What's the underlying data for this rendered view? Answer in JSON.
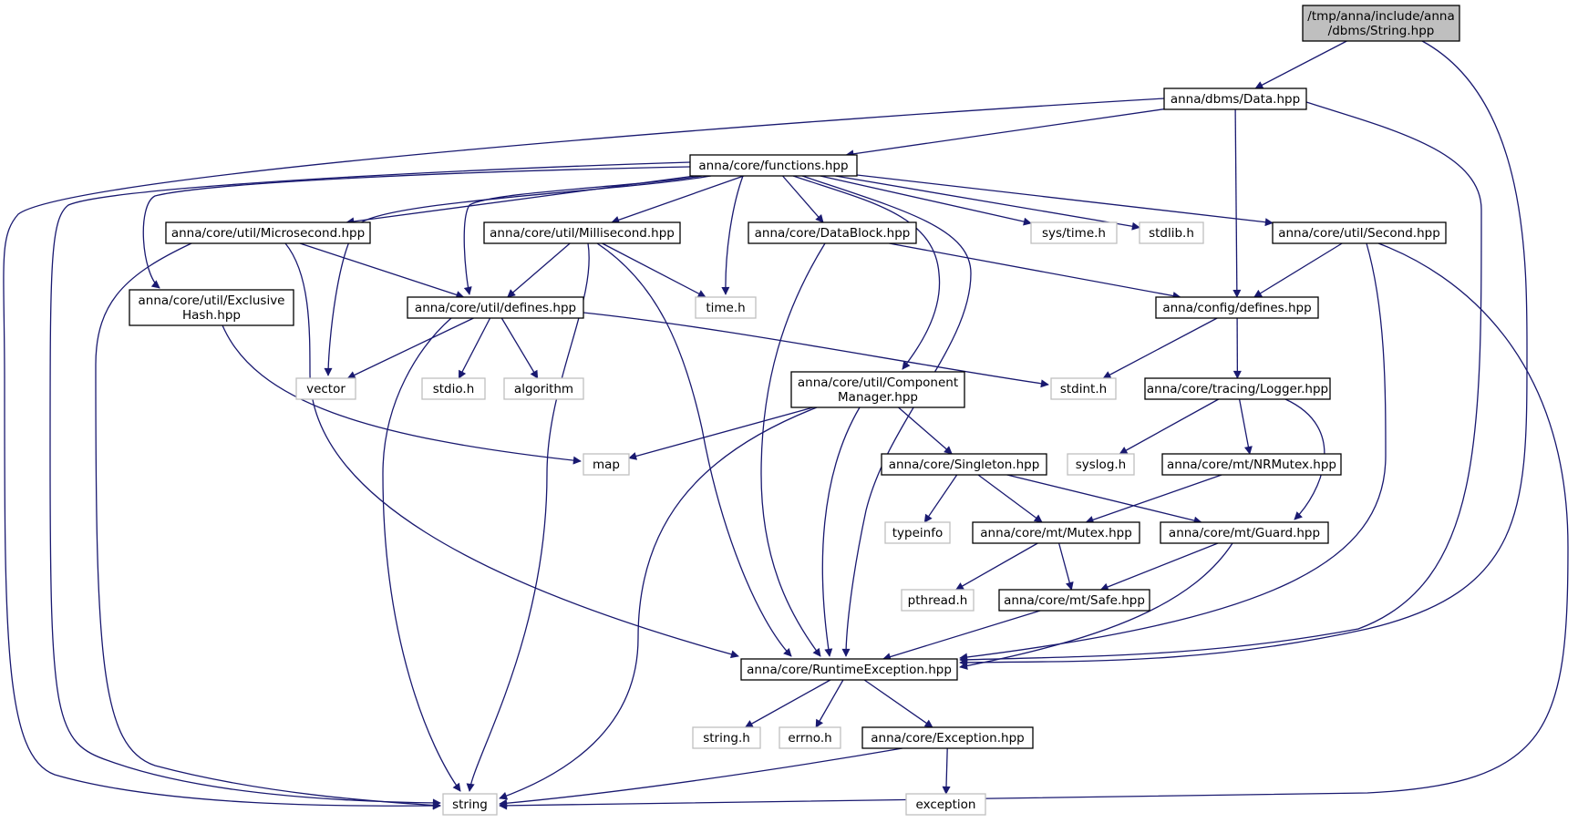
{
  "colors": {
    "edge": "#191970",
    "node_border": "#000000",
    "external_border": "#bfbfbf",
    "root_fill": "#bfbfbf",
    "node_fill": "#ffffff"
  },
  "nodes": [
    {
      "id": "root",
      "lines": [
        "/tmp/anna/include/anna",
        "/dbms/String.hpp"
      ],
      "kind": "root"
    },
    {
      "id": "data",
      "lines": [
        "anna/dbms/Data.hpp"
      ],
      "kind": "header"
    },
    {
      "id": "functions",
      "lines": [
        "anna/core/functions.hpp"
      ],
      "kind": "header"
    },
    {
      "id": "micro",
      "lines": [
        "anna/core/util/Microsecond.hpp"
      ],
      "kind": "header"
    },
    {
      "id": "milli",
      "lines": [
        "anna/core/util/Millisecond.hpp"
      ],
      "kind": "header"
    },
    {
      "id": "datablock",
      "lines": [
        "anna/core/DataBlock.hpp"
      ],
      "kind": "header"
    },
    {
      "id": "systime",
      "lines": [
        "sys/time.h"
      ],
      "kind": "external"
    },
    {
      "id": "stdlib",
      "lines": [
        "stdlib.h"
      ],
      "kind": "external"
    },
    {
      "id": "second",
      "lines": [
        "anna/core/util/Second.hpp"
      ],
      "kind": "header"
    },
    {
      "id": "exhash",
      "lines": [
        "anna/core/util/Exclusive",
        "Hash.hpp"
      ],
      "kind": "header"
    },
    {
      "id": "udefines",
      "lines": [
        "anna/core/util/defines.hpp"
      ],
      "kind": "header"
    },
    {
      "id": "timeh",
      "lines": [
        "time.h"
      ],
      "kind": "external"
    },
    {
      "id": "cdefines",
      "lines": [
        "anna/config/defines.hpp"
      ],
      "kind": "header"
    },
    {
      "id": "vector",
      "lines": [
        "vector"
      ],
      "kind": "external"
    },
    {
      "id": "stdio",
      "lines": [
        "stdio.h"
      ],
      "kind": "external"
    },
    {
      "id": "algorithm",
      "lines": [
        "algorithm"
      ],
      "kind": "external"
    },
    {
      "id": "compman",
      "lines": [
        "anna/core/util/Component",
        "Manager.hpp"
      ],
      "kind": "header"
    },
    {
      "id": "stdint",
      "lines": [
        "stdint.h"
      ],
      "kind": "external"
    },
    {
      "id": "logger",
      "lines": [
        "anna/core/tracing/Logger.hpp"
      ],
      "kind": "header"
    },
    {
      "id": "map",
      "lines": [
        "map"
      ],
      "kind": "external"
    },
    {
      "id": "singleton",
      "lines": [
        "anna/core/Singleton.hpp"
      ],
      "kind": "header"
    },
    {
      "id": "syslog",
      "lines": [
        "syslog.h"
      ],
      "kind": "external"
    },
    {
      "id": "nrmutex",
      "lines": [
        "anna/core/mt/NRMutex.hpp"
      ],
      "kind": "header"
    },
    {
      "id": "typeinfo",
      "lines": [
        "typeinfo"
      ],
      "kind": "external"
    },
    {
      "id": "mutex",
      "lines": [
        "anna/core/mt/Mutex.hpp"
      ],
      "kind": "header"
    },
    {
      "id": "guard",
      "lines": [
        "anna/core/mt/Guard.hpp"
      ],
      "kind": "header"
    },
    {
      "id": "pthread",
      "lines": [
        "pthread.h"
      ],
      "kind": "external"
    },
    {
      "id": "safe",
      "lines": [
        "anna/core/mt/Safe.hpp"
      ],
      "kind": "header"
    },
    {
      "id": "runtime",
      "lines": [
        "anna/core/RuntimeException.hpp"
      ],
      "kind": "header"
    },
    {
      "id": "stringh",
      "lines": [
        "string.h"
      ],
      "kind": "external"
    },
    {
      "id": "errno",
      "lines": [
        "errno.h"
      ],
      "kind": "external"
    },
    {
      "id": "exception_hpp",
      "lines": [
        "anna/core/Exception.hpp"
      ],
      "kind": "header"
    },
    {
      "id": "string",
      "lines": [
        "string"
      ],
      "kind": "external"
    },
    {
      "id": "exception",
      "lines": [
        "exception"
      ],
      "kind": "external"
    }
  ],
  "edges": [
    {
      "from": "root",
      "to": "data"
    },
    {
      "from": "root",
      "to": "runtime"
    },
    {
      "from": "data",
      "to": "functions"
    },
    {
      "from": "data",
      "to": "cdefines"
    },
    {
      "from": "data",
      "to": "runtime"
    },
    {
      "from": "data",
      "to": "string"
    },
    {
      "from": "functions",
      "to": "micro"
    },
    {
      "from": "functions",
      "to": "milli"
    },
    {
      "from": "functions",
      "to": "datablock"
    },
    {
      "from": "functions",
      "to": "systime"
    },
    {
      "from": "functions",
      "to": "stdlib"
    },
    {
      "from": "functions",
      "to": "second"
    },
    {
      "from": "functions",
      "to": "exhash"
    },
    {
      "from": "functions",
      "to": "udefines"
    },
    {
      "from": "functions",
      "to": "timeh"
    },
    {
      "from": "functions",
      "to": "vector"
    },
    {
      "from": "functions",
      "to": "compman"
    },
    {
      "from": "functions",
      "to": "runtime"
    },
    {
      "from": "functions",
      "to": "string"
    },
    {
      "from": "micro",
      "to": "udefines"
    },
    {
      "from": "micro",
      "to": "runtime"
    },
    {
      "from": "micro",
      "to": "string"
    },
    {
      "from": "milli",
      "to": "udefines"
    },
    {
      "from": "milli",
      "to": "timeh"
    },
    {
      "from": "milli",
      "to": "runtime"
    },
    {
      "from": "milli",
      "to": "string"
    },
    {
      "from": "datablock",
      "to": "cdefines"
    },
    {
      "from": "datablock",
      "to": "runtime"
    },
    {
      "from": "second",
      "to": "cdefines"
    },
    {
      "from": "second",
      "to": "runtime"
    },
    {
      "from": "second",
      "to": "string"
    },
    {
      "from": "exhash",
      "to": "map"
    },
    {
      "from": "udefines",
      "to": "vector"
    },
    {
      "from": "udefines",
      "to": "stdio"
    },
    {
      "from": "udefines",
      "to": "algorithm"
    },
    {
      "from": "udefines",
      "to": "stdint"
    },
    {
      "from": "udefines",
      "to": "string"
    },
    {
      "from": "cdefines",
      "to": "stdint"
    },
    {
      "from": "cdefines",
      "to": "logger"
    },
    {
      "from": "compman",
      "to": "map"
    },
    {
      "from": "compman",
      "to": "singleton"
    },
    {
      "from": "compman",
      "to": "runtime"
    },
    {
      "from": "compman",
      "to": "string"
    },
    {
      "from": "logger",
      "to": "syslog"
    },
    {
      "from": "logger",
      "to": "nrmutex"
    },
    {
      "from": "logger",
      "to": "guard"
    },
    {
      "from": "singleton",
      "to": "typeinfo"
    },
    {
      "from": "singleton",
      "to": "mutex"
    },
    {
      "from": "singleton",
      "to": "guard"
    },
    {
      "from": "nrmutex",
      "to": "mutex"
    },
    {
      "from": "mutex",
      "to": "pthread"
    },
    {
      "from": "mutex",
      "to": "safe"
    },
    {
      "from": "guard",
      "to": "safe"
    },
    {
      "from": "guard",
      "to": "runtime"
    },
    {
      "from": "safe",
      "to": "runtime"
    },
    {
      "from": "runtime",
      "to": "stringh"
    },
    {
      "from": "runtime",
      "to": "errno"
    },
    {
      "from": "runtime",
      "to": "exception_hpp"
    },
    {
      "from": "exception_hpp",
      "to": "string"
    },
    {
      "from": "exception_hpp",
      "to": "exception"
    }
  ]
}
